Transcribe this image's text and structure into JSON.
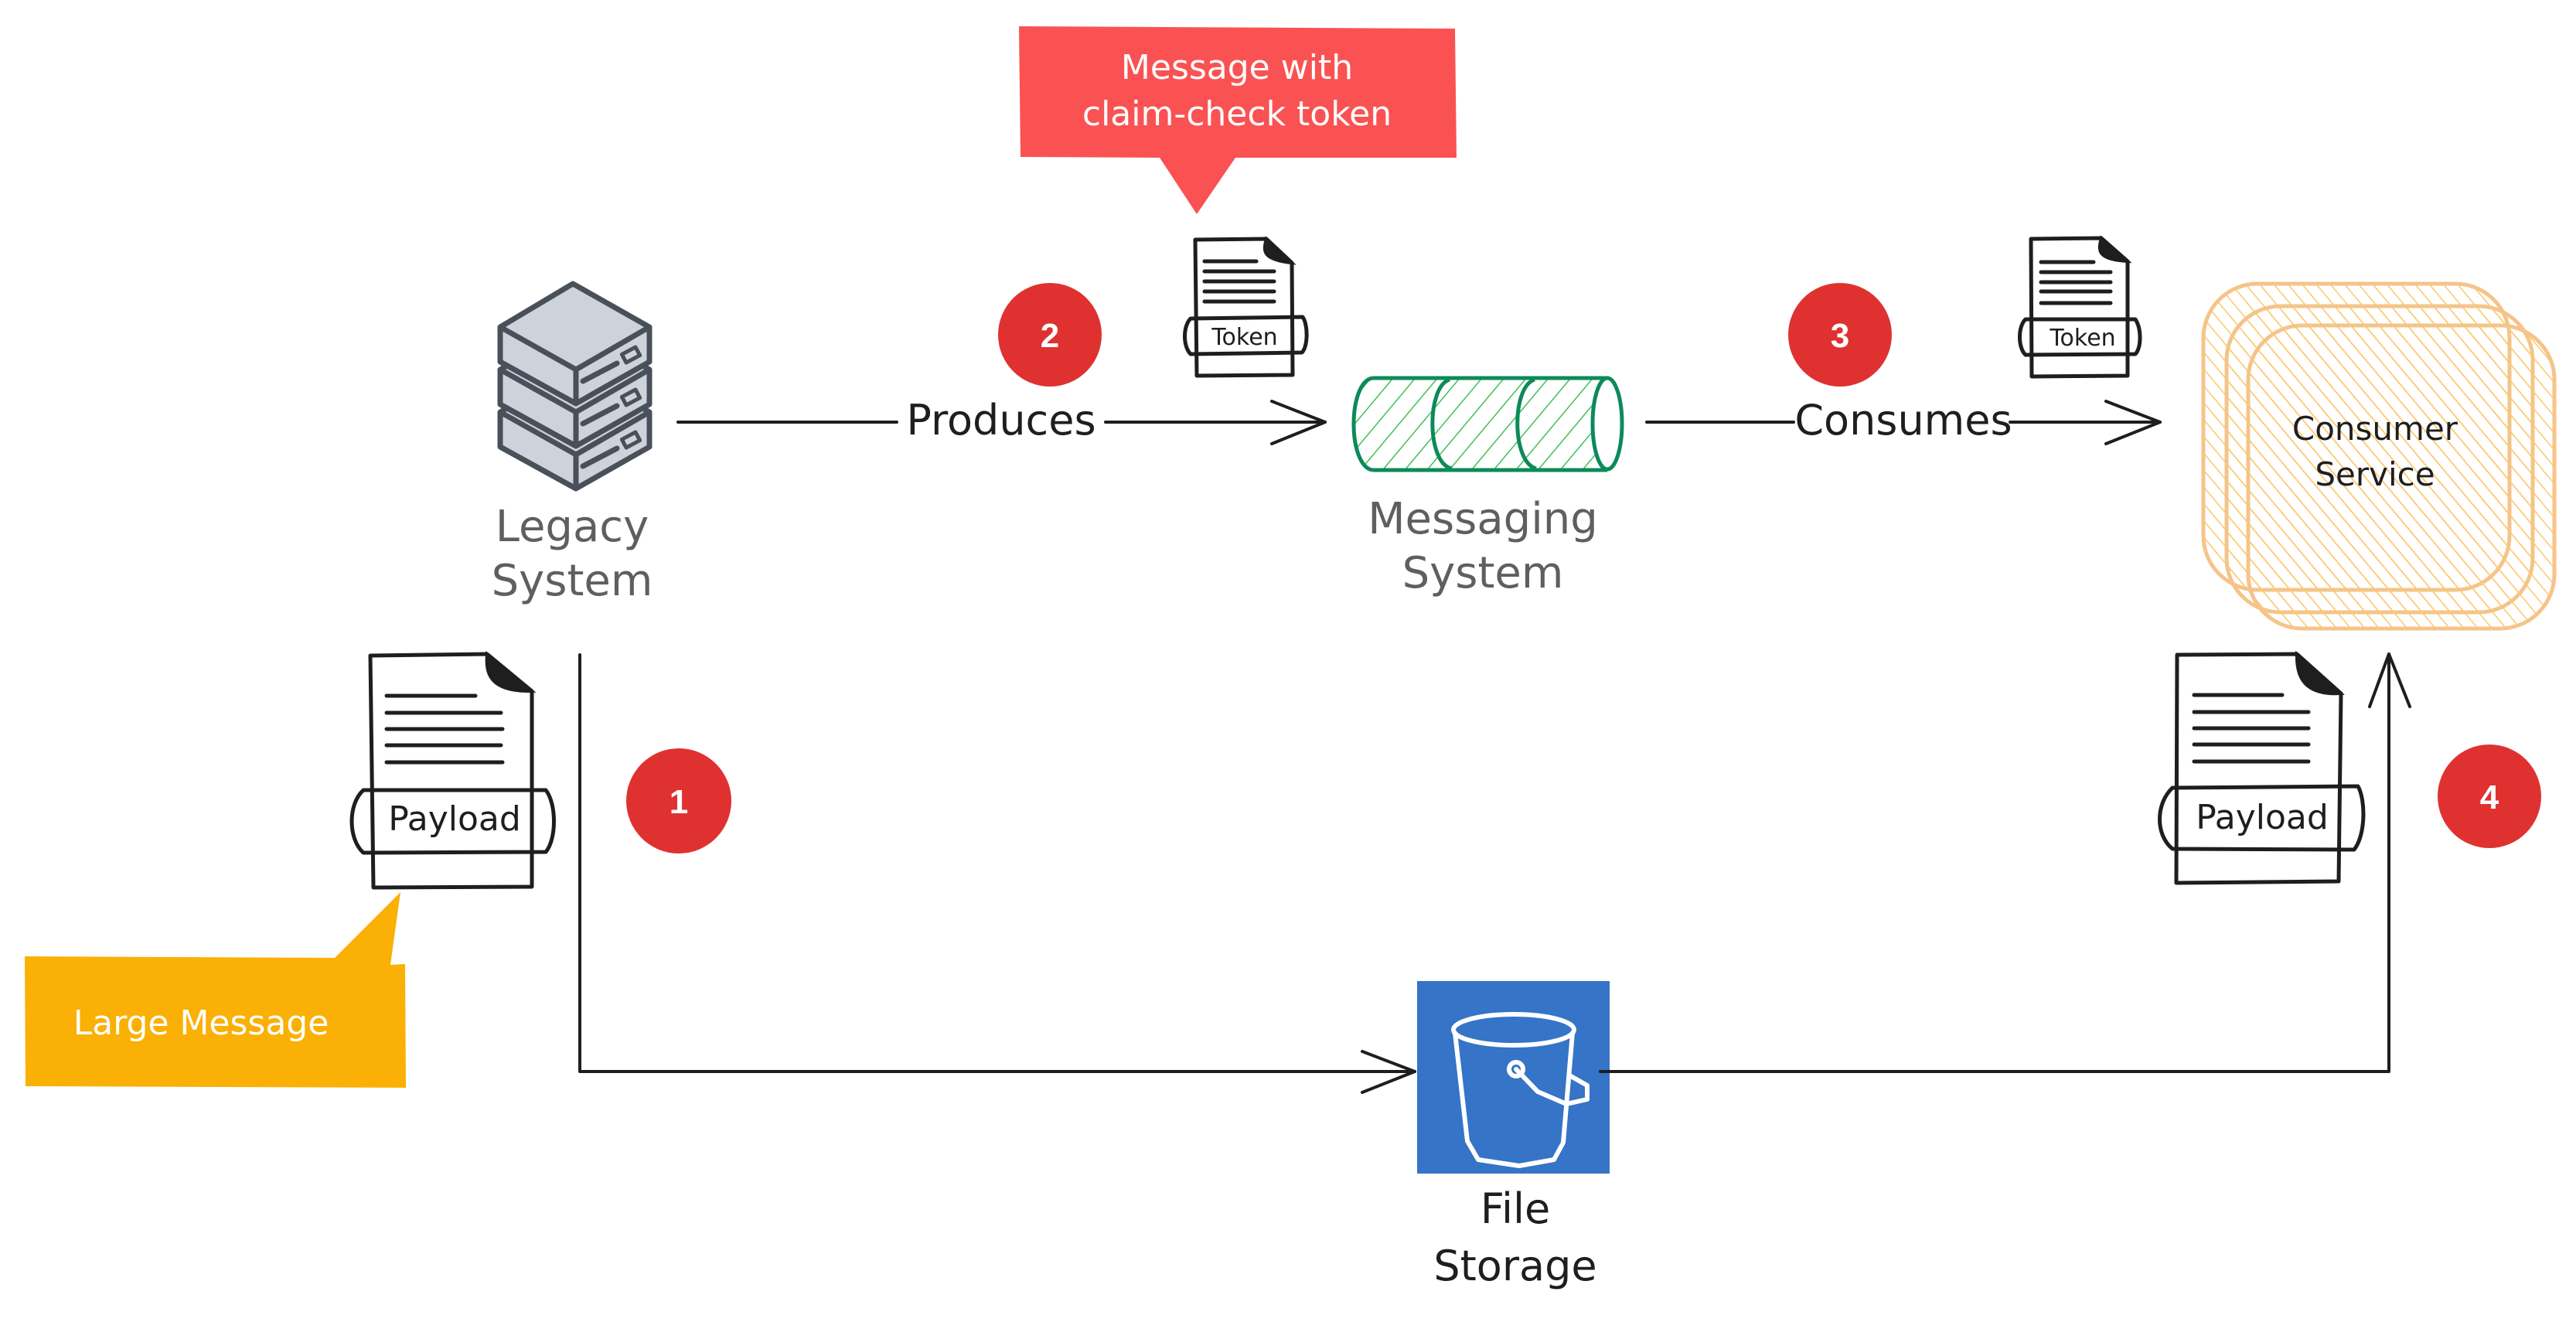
{
  "nodes": {
    "legacy_system": {
      "label_line1": "Legacy",
      "label_line2": "System",
      "icon": "server-stack-icon"
    },
    "messaging_system": {
      "label_line1": "Messaging",
      "label_line2": "System",
      "icon": "queue-cylinder-icon"
    },
    "consumer_service": {
      "label_line1": "Consumer",
      "label_line2": "Service",
      "icon": "service-stack-icon"
    },
    "file_storage": {
      "label_line1": "File",
      "label_line2": "Storage",
      "icon": "bucket-icon"
    }
  },
  "edges": {
    "produces": {
      "label": "Produces"
    },
    "consumes": {
      "label": "Consumes"
    }
  },
  "documents": {
    "token_1": {
      "tag": "Token"
    },
    "token_2": {
      "tag": "Token"
    },
    "payload_1": {
      "tag": "Payload"
    },
    "payload_2": {
      "tag": "Payload"
    }
  },
  "callouts": {
    "claim_check": {
      "line1": "Message with",
      "line2": "claim-check token",
      "color": "#fa5252"
    },
    "large_message": {
      "text": "Large Message",
      "color": "#fab005"
    }
  },
  "steps": [
    {
      "number": "1"
    },
    {
      "number": "2"
    },
    {
      "number": "3"
    },
    {
      "number": "4"
    }
  ],
  "colors": {
    "step_badge": "#e03131",
    "storage_blue": "#3574c6",
    "queue_green": "#0c8a5a",
    "consumer_orange": "#f5c48a",
    "server_gray": "#cdd2db"
  }
}
